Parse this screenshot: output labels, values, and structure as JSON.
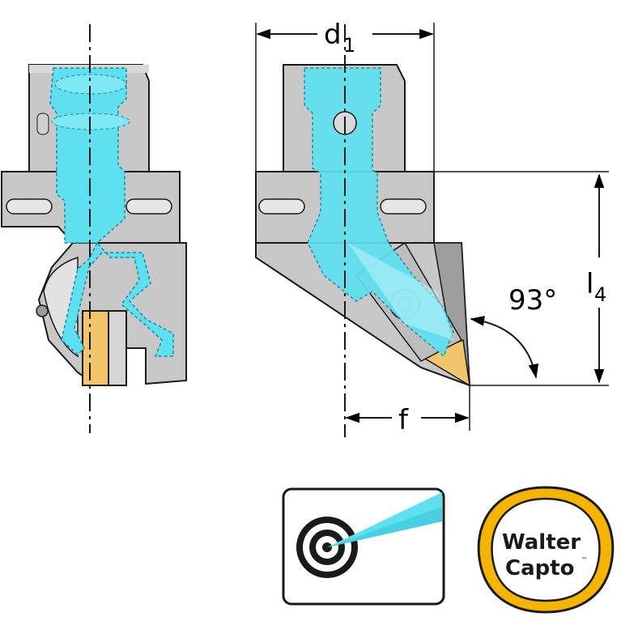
{
  "dimensions": {
    "d1": {
      "symbol": "d",
      "subscript": "1"
    },
    "l4": {
      "symbol": "l",
      "subscript": "4"
    },
    "f": {
      "symbol": "f"
    },
    "angle": {
      "value": "93°"
    }
  },
  "logo": {
    "line1": "Walter",
    "line2": "Capto",
    "trademark": "™"
  },
  "icons": {
    "coolant": "coolant-target-icon"
  },
  "colors": {
    "body": "#c8c8c8",
    "body_dark": "#8c8c8c",
    "coolant": "#5fe0f0",
    "insert": "#f2c56a",
    "logo_ring": "#f5b400"
  }
}
